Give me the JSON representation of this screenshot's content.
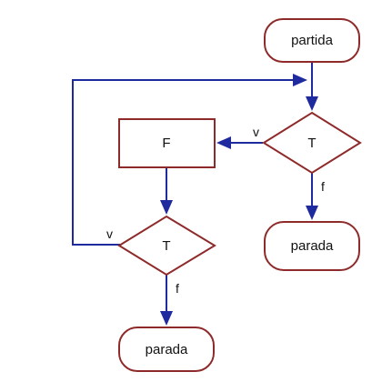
{
  "diagram": {
    "nodes": {
      "start": "partida",
      "test_top": "T",
      "stop_right": "parada",
      "process_f": "F",
      "test_bottom": "T",
      "stop_bottom": "parada"
    },
    "edges": {
      "test_top_true": "v",
      "test_top_false": "f",
      "test_bottom_true": "v",
      "test_bottom_false": "f"
    },
    "colors": {
      "node_stroke": "#8f2a2a",
      "edge": "#1f2a9e",
      "background": "#ffffff"
    }
  }
}
